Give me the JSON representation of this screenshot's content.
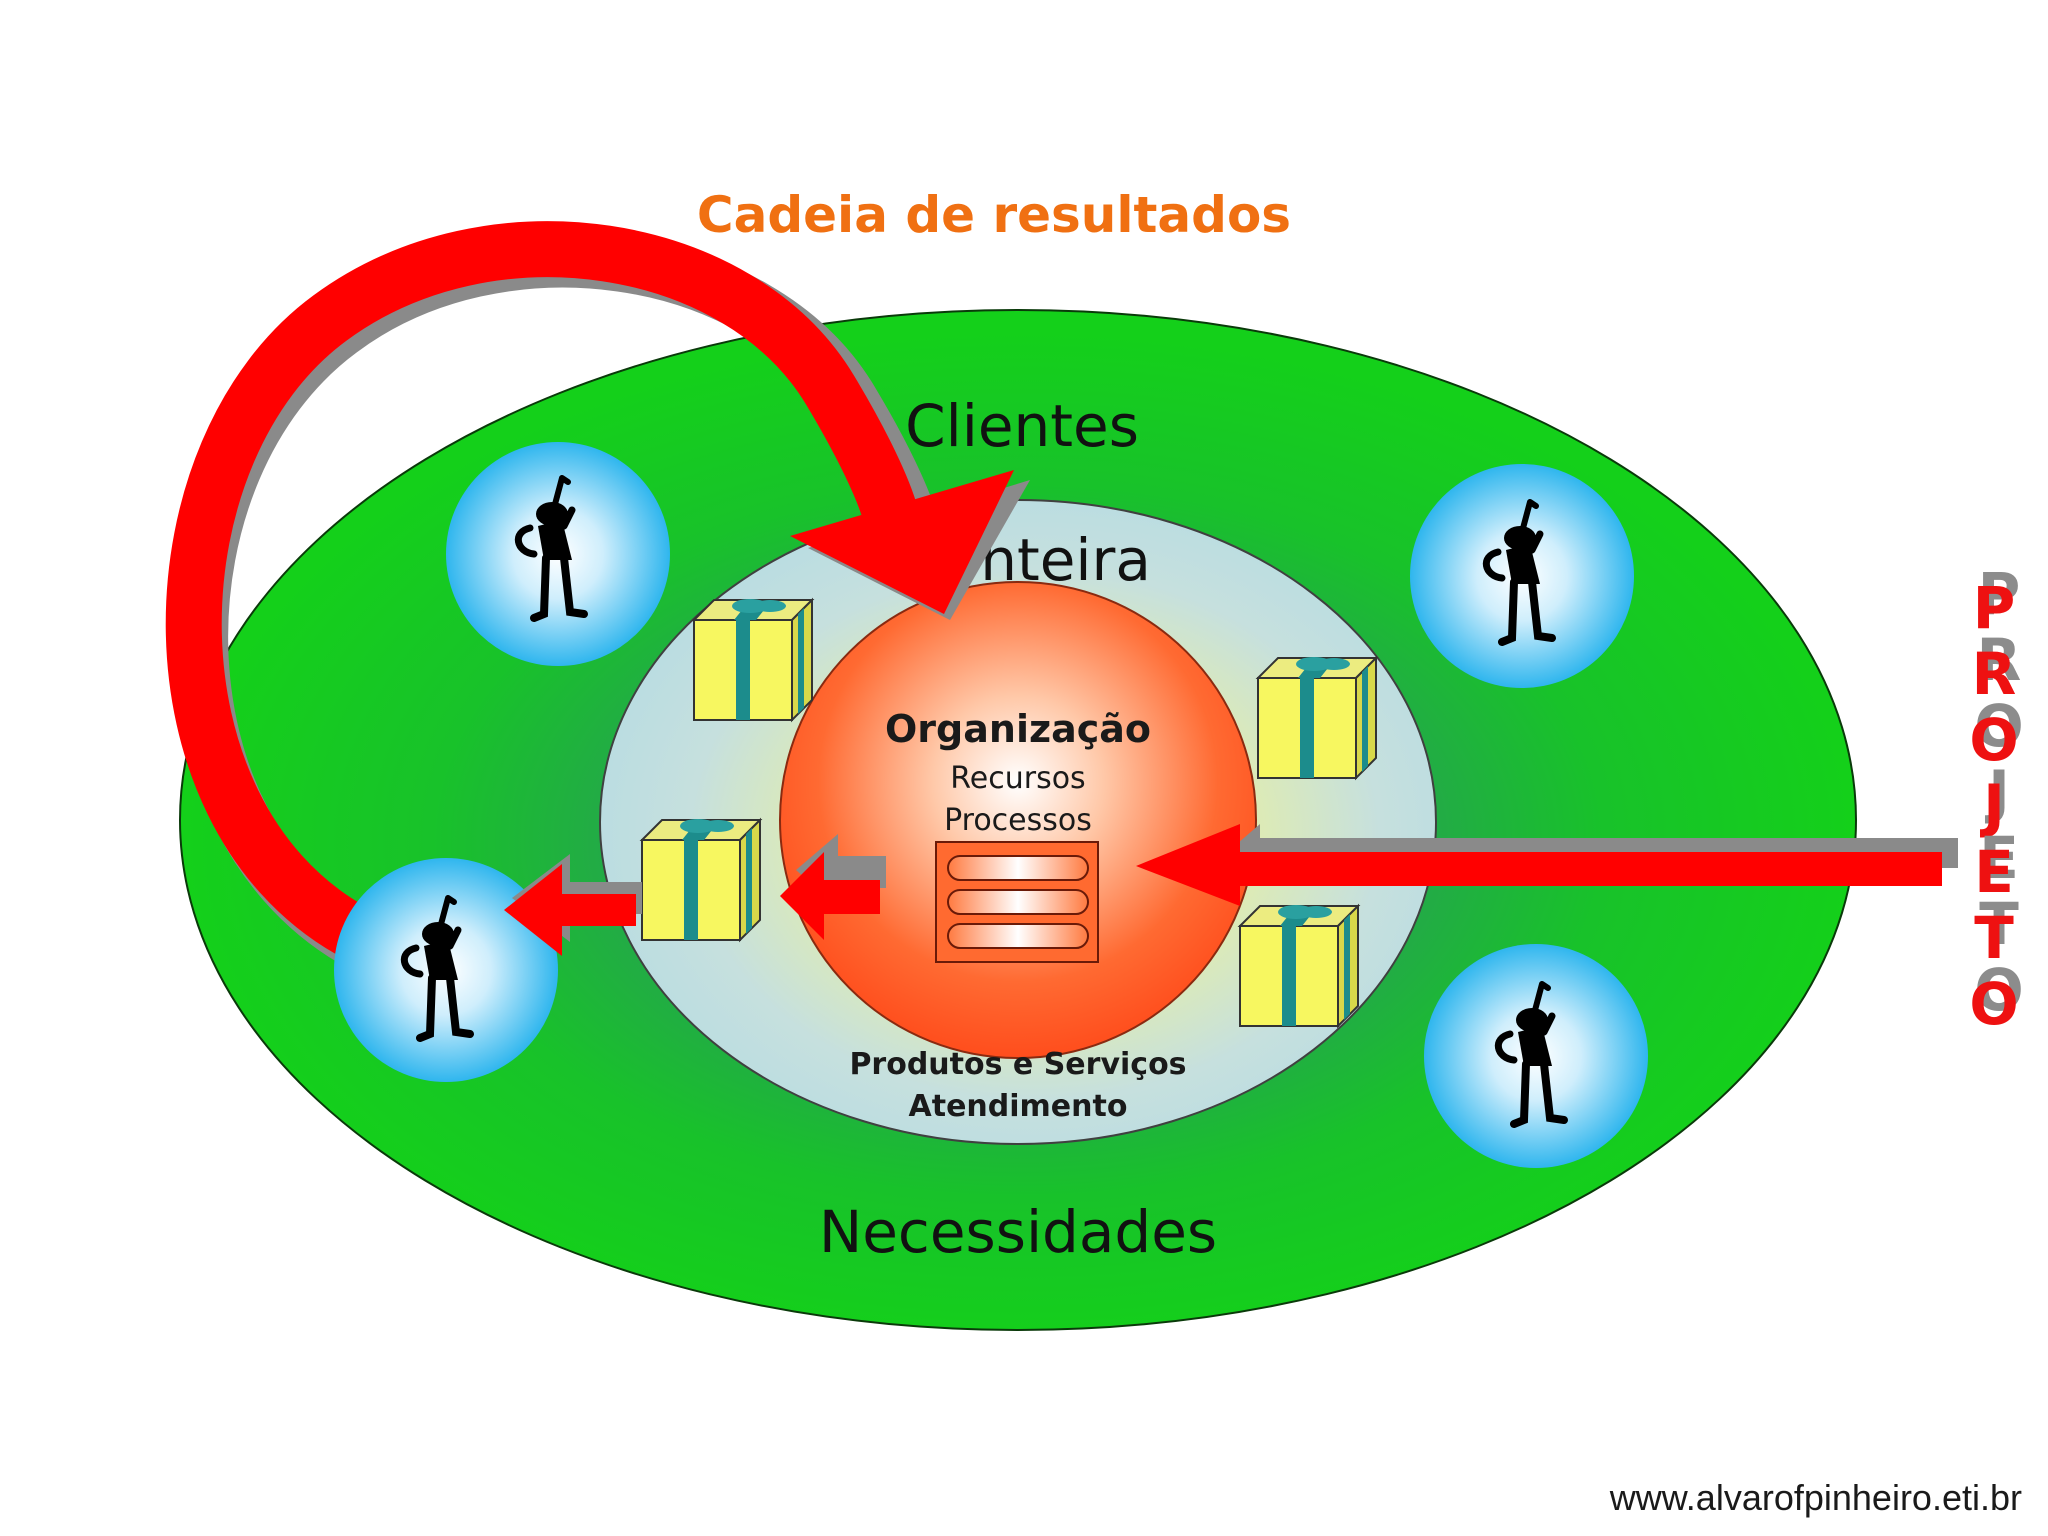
{
  "diagram": {
    "title": "Cadeia de resultados",
    "outer_label": "Clientes",
    "middle_label": "Fronteira",
    "bottom_label": "Necessidades",
    "core": {
      "title": "Organização",
      "line1": "Recursos",
      "line2": "Processos"
    },
    "outputs": {
      "line1": "Produtos e Serviços",
      "line2": "Atendimento"
    },
    "side_word": "PROJETO",
    "side_letters": [
      "P",
      "R",
      "O",
      "J",
      "E",
      "T",
      "O"
    ],
    "footer_url": "www.alvarofpinheiro.eti.br"
  },
  "colors": {
    "title": "#f07012",
    "outer_ellipse": "#18c818",
    "middle_ellipse": "#c2e2e6",
    "core_circle": "#ff5a2a",
    "arrow": "#ff0000",
    "arrow_shadow": "#8a8a8a",
    "gift_box": "#f5f560",
    "gift_ribbon": "#1c8c8c",
    "client_bubble": "#36b8ee"
  },
  "icons": [
    "stick-figure-icon",
    "gift-box-icon",
    "server-rack-icon"
  ]
}
